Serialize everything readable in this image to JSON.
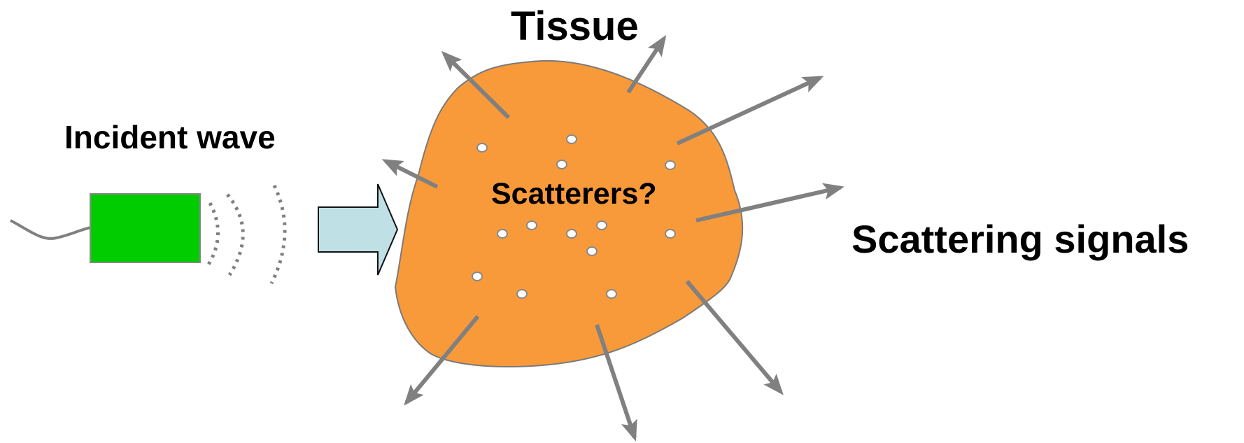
{
  "labels": {
    "tissue": "Tissue",
    "incident_wave": "Incident wave",
    "scatterers": "Scatterers?",
    "scattering_signals": "Scattering signals"
  },
  "colors": {
    "tissue_fill": "#f99a3a",
    "tissue_stroke": "#7a7a7a",
    "transducer_fill": "#00cc00",
    "transducer_stroke": "#888888",
    "arrow_block_fill": "#bfe0e4",
    "scatter_arrow": "#808080",
    "wave_dots": "#808080",
    "scatterer_fill": "#ffffff",
    "scatterer_stroke": "#888888",
    "text": "#000000"
  },
  "icons": {
    "transducer": "transducer-icon",
    "incident_arrow": "block-arrow-right-icon",
    "scatterer": "scatterer-dot-icon",
    "scatter_arrow": "scatter-arrow-icon"
  }
}
